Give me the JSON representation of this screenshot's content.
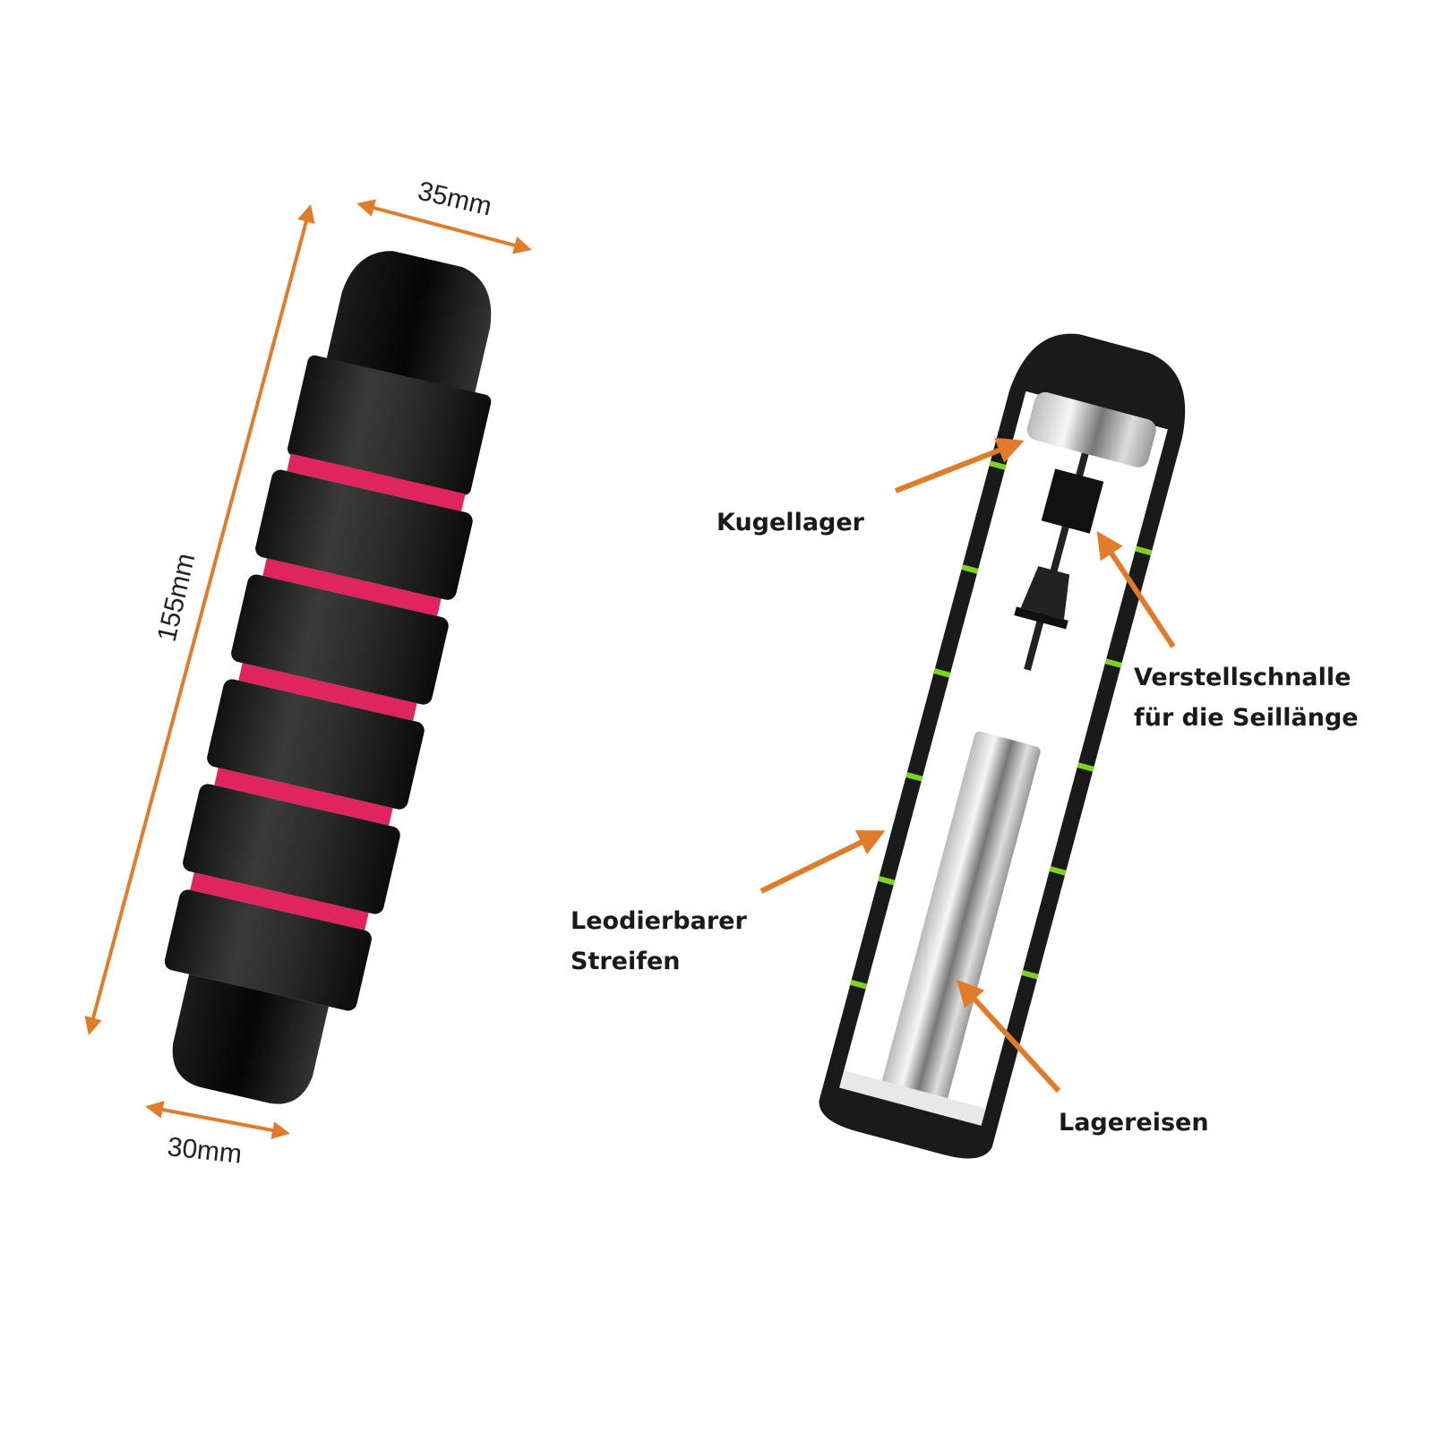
{
  "dimensions": {
    "width_top": "35mm",
    "length": "155mm",
    "width_bottom": "30mm"
  },
  "labels": {
    "ball_bearing": "Kugellager",
    "adjuster_line1": "Verstellschnalle",
    "adjuster_line2": "für die Seillänge",
    "strip_line1": "Leodierbarer",
    "strip_line2": "Streifen",
    "bearing_iron": "Lagereisen"
  },
  "colors": {
    "arrow": "#E07B2A",
    "stripe": "#E0245E",
    "handle": "#2a2a2a",
    "gap": "#7ed321"
  }
}
